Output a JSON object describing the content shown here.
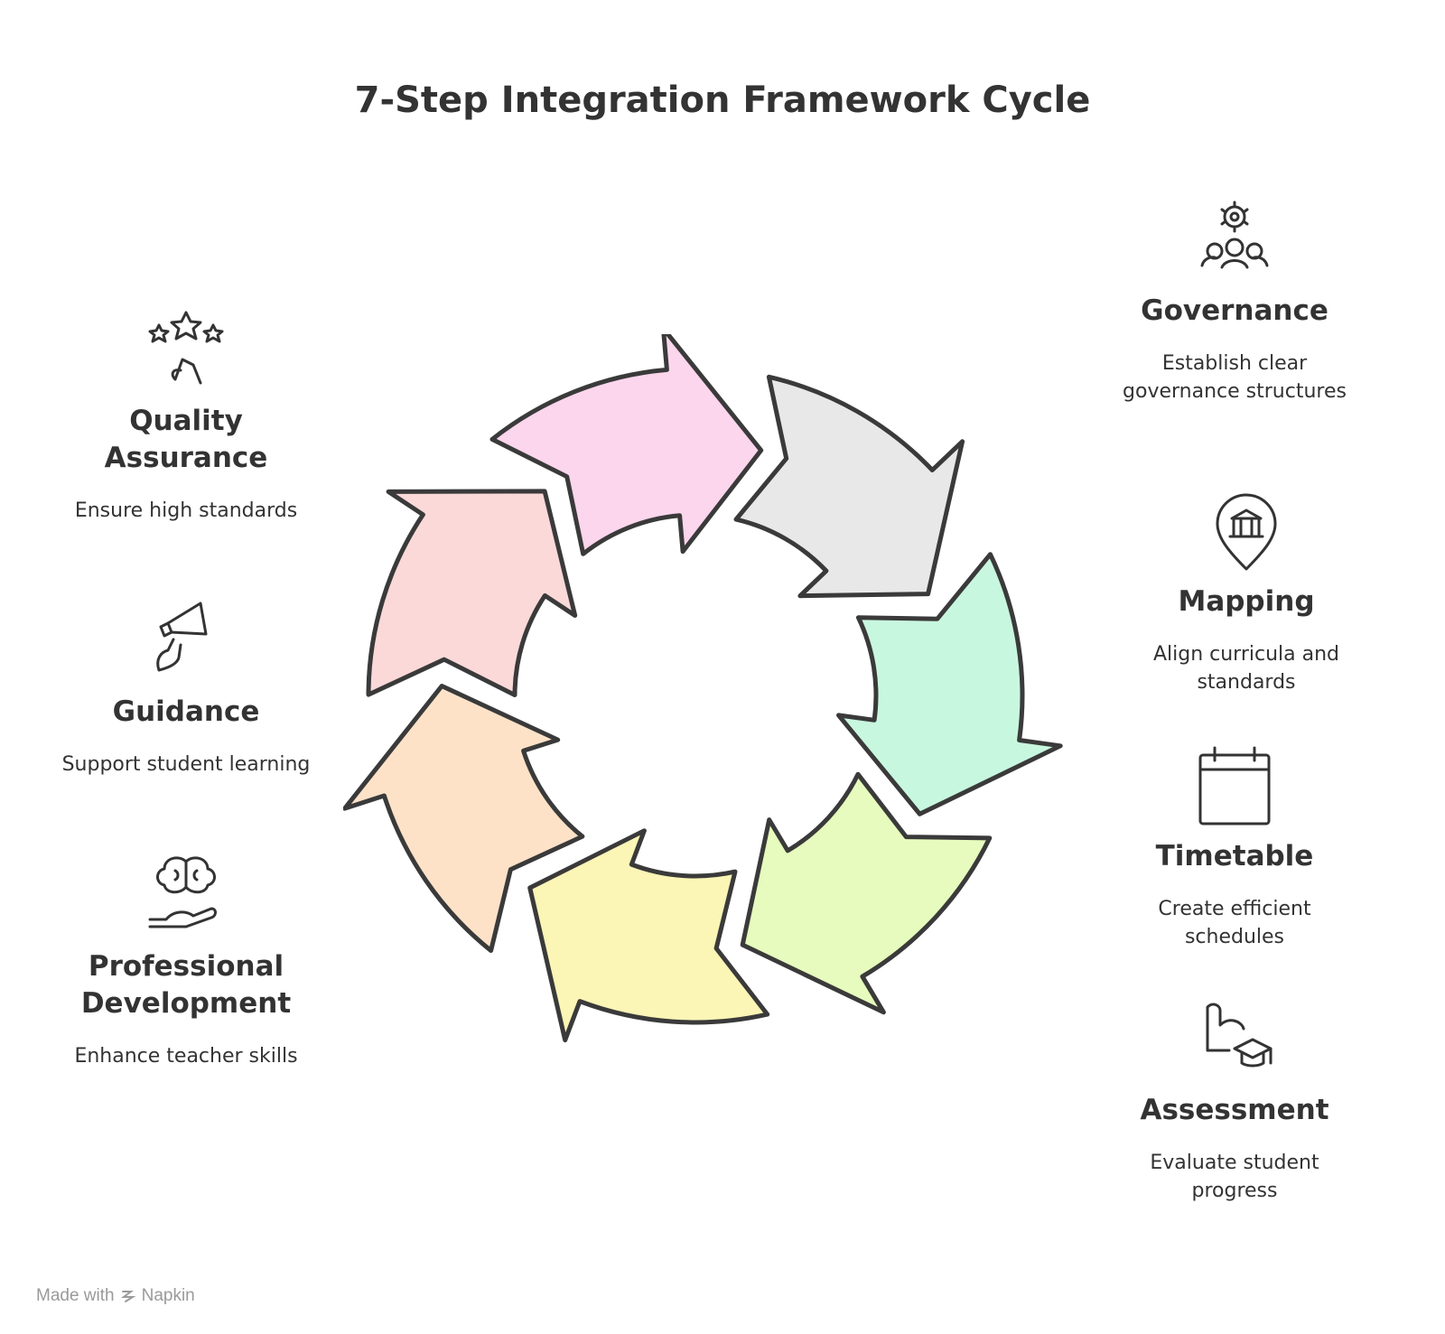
{
  "title": "7-Step Integration Framework Cycle",
  "steps": [
    {
      "name": "Governance",
      "description": "Establish clear governance structures",
      "icon": "governance-icon",
      "color": "#e8e8e8"
    },
    {
      "name": "Mapping",
      "description": "Align curricula and standards",
      "icon": "museum-pin-icon",
      "color": "#c8f7df"
    },
    {
      "name": "Timetable",
      "description": "Create efficient schedules",
      "icon": "calendar-icon",
      "color": "#e6fbbd"
    },
    {
      "name": "Assessment",
      "description": "Evaluate student progress",
      "icon": "graduation-arm-icon",
      "color": "#fbf5b6"
    },
    {
      "name": "Professional Development",
      "description": "Enhance teacher skills",
      "icon": "brain-hand-icon",
      "color": "#fde2c8"
    },
    {
      "name": "Guidance",
      "description": "Support student learning",
      "icon": "megaphone-icon",
      "color": "#fbd9d9"
    },
    {
      "name": "Quality Assurance",
      "description": "Ensure high standards",
      "icon": "stars-hand-icon",
      "color": "#fbd6ec"
    }
  ],
  "footer": {
    "made_with": "Made with",
    "brand": "Napkin"
  }
}
